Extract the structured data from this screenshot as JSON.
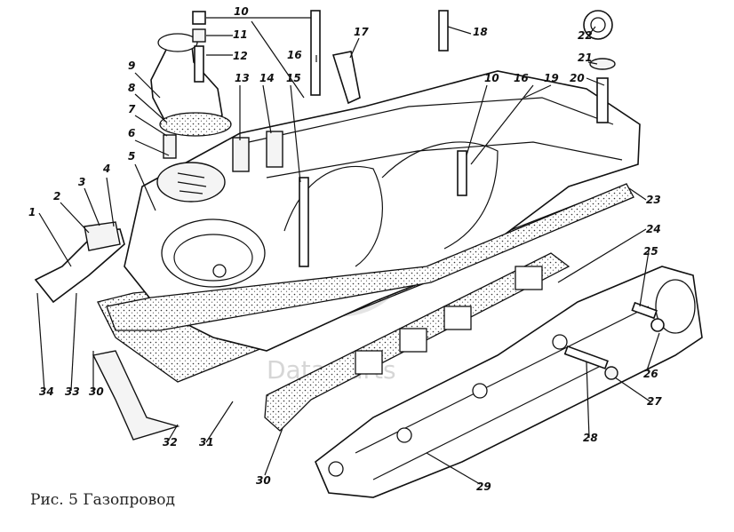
{
  "caption": "Рис. 5 Газопровод",
  "watermark": "Data Parts",
  "callouts": [
    {
      "id": "c1",
      "label": "1"
    },
    {
      "id": "c2",
      "label": "2"
    },
    {
      "id": "c3",
      "label": "3"
    },
    {
      "id": "c4",
      "label": "4"
    },
    {
      "id": "c5",
      "label": "5"
    },
    {
      "id": "c6",
      "label": "6"
    },
    {
      "id": "c7",
      "label": "7"
    },
    {
      "id": "c8",
      "label": "8"
    },
    {
      "id": "c9",
      "label": "9"
    },
    {
      "id": "c10a",
      "label": "10"
    },
    {
      "id": "c10b",
      "label": "10"
    },
    {
      "id": "c11",
      "label": "11"
    },
    {
      "id": "c12",
      "label": "12"
    },
    {
      "id": "c13",
      "label": "13"
    },
    {
      "id": "c14",
      "label": "14"
    },
    {
      "id": "c15",
      "label": "15"
    },
    {
      "id": "c16a",
      "label": "16"
    },
    {
      "id": "c16b",
      "label": "16"
    },
    {
      "id": "c17",
      "label": "17"
    },
    {
      "id": "c18",
      "label": "18"
    },
    {
      "id": "c19",
      "label": "19"
    },
    {
      "id": "c20",
      "label": "20"
    },
    {
      "id": "c21",
      "label": "21"
    },
    {
      "id": "c22",
      "label": "22"
    },
    {
      "id": "c23",
      "label": "23"
    },
    {
      "id": "c24",
      "label": "24"
    },
    {
      "id": "c25",
      "label": "25"
    },
    {
      "id": "c26",
      "label": "26"
    },
    {
      "id": "c27",
      "label": "27"
    },
    {
      "id": "c28",
      "label": "28"
    },
    {
      "id": "c29",
      "label": "29"
    },
    {
      "id": "c30a",
      "label": "30"
    },
    {
      "id": "c30b",
      "label": "30"
    },
    {
      "id": "c31",
      "label": "31"
    },
    {
      "id": "c32",
      "label": "32"
    },
    {
      "id": "c33",
      "label": "33"
    },
    {
      "id": "c34",
      "label": "34"
    }
  ]
}
